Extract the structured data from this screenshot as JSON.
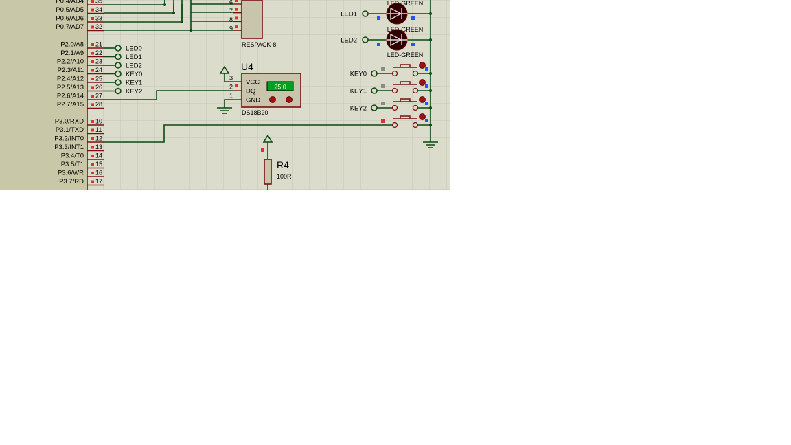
{
  "colors": {
    "sheet": "#dcdccc",
    "grid": "#c2c2b2",
    "wire": "#0a4a12",
    "component_outline": "#7a1010",
    "mcu_body": "#c8c8a8",
    "lcd_bg": "#00a020",
    "lcd_text": "#e8ffe0"
  },
  "mcu": {
    "port0_pins": [
      {
        "label": "P0.4/AD4",
        "num": "35"
      },
      {
        "label": "P0.5/AD5",
        "num": "34"
      },
      {
        "label": "P0.6/AD6",
        "num": "33"
      },
      {
        "label": "P0.7/AD7",
        "num": "32"
      }
    ],
    "port2_pins": [
      {
        "label": "P2.0/A8",
        "num": "21",
        "net": "LED0"
      },
      {
        "label": "P2.1/A9",
        "num": "22",
        "net": "LED1"
      },
      {
        "label": "P2.2/A10",
        "num": "23",
        "net": "LED2"
      },
      {
        "label": "P2.3/A11",
        "num": "24",
        "net": "KEY0"
      },
      {
        "label": "P2.4/A12",
        "num": "25",
        "net": "KEY1"
      },
      {
        "label": "P2.5/A13",
        "num": "26",
        "net": "KEY2"
      },
      {
        "label": "P2.6/A14",
        "num": "27",
        "net": ""
      },
      {
        "label": "P2.7/A15",
        "num": "28",
        "net": ""
      }
    ],
    "port3_pins": [
      {
        "label": "P3.0/RXD",
        "num": "10"
      },
      {
        "label": "P3.1/TXD",
        "num": "11"
      },
      {
        "label": "P3.2/INT0",
        "num": "12"
      },
      {
        "label": "P3.3/INT1",
        "num": "13"
      },
      {
        "label": "P3.4/T0",
        "num": "14"
      },
      {
        "label": "P3.5/T1",
        "num": "15"
      },
      {
        "label": "P3.6/WR",
        "num": "16"
      },
      {
        "label": "P3.7/RD",
        "num": "17"
      }
    ]
  },
  "respack": {
    "name": "RESPACK-8",
    "pins": [
      "6",
      "7",
      "8",
      "9"
    ]
  },
  "u4": {
    "ref": "U4",
    "part": "DS18B20",
    "pins": [
      {
        "num": "3",
        "name": "VCC"
      },
      {
        "num": "2",
        "name": "DQ"
      },
      {
        "num": "1",
        "name": "GND"
      }
    ],
    "reading": "25.0"
  },
  "r4": {
    "ref": "R4",
    "value": "100R"
  },
  "leds": [
    {
      "net": "LED1",
      "part": "LED-GREEN",
      "top_label": "LED-GREEN"
    },
    {
      "net": "LED2",
      "part": "LED-GREEN",
      "top_label": "LED-GREEN"
    }
  ],
  "led_bottom_label": "LED-GREEN",
  "keys": [
    {
      "net": "KEY0"
    },
    {
      "net": "KEY1"
    },
    {
      "net": "KEY2"
    }
  ]
}
